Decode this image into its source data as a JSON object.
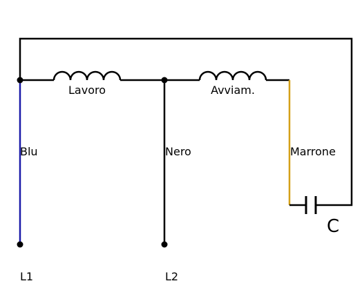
{
  "colors": {
    "wire": "#000000",
    "blue_wire": "#1a1aa8",
    "brown_wire": "#d4a017",
    "background": "#ffffff"
  },
  "labels": {
    "winding_main": "Lavoro",
    "winding_start": "Avviam.",
    "wire_blue": "Blu",
    "wire_black": "Nero",
    "wire_brown": "Marrone",
    "capacitor": "C",
    "terminal_1": "L1",
    "terminal_2": "L2"
  }
}
